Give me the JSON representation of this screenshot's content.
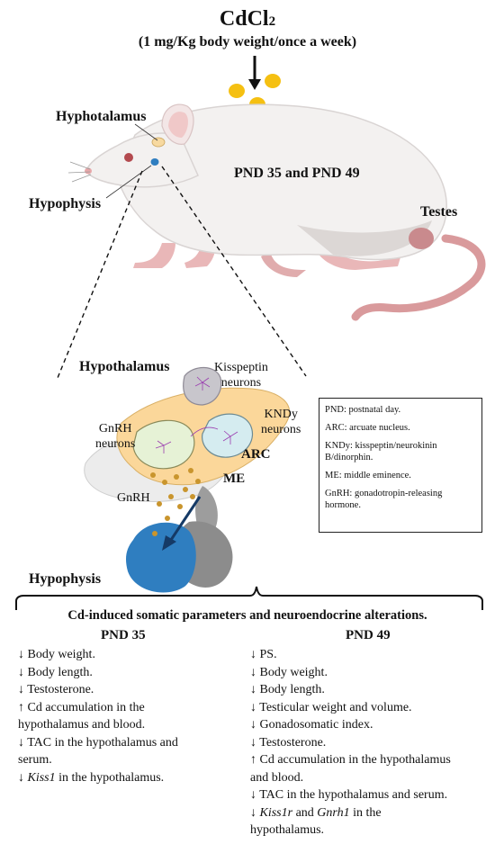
{
  "header": {
    "title_main": "CdCl",
    "title_sub": "2",
    "dose": "(1 mg/Kg body weight/once a week)"
  },
  "rat_labels": {
    "hypothalamus": "Hyphotalamus",
    "hypophysis": "Hypophysis",
    "age": "PND 35 and PND 49",
    "testes": "Testes"
  },
  "zoom_labels": {
    "hypothalamus": "Hypothalamus",
    "kisspeptin": [
      "Kisspeptin",
      "neurons"
    ],
    "kndy": [
      "KNDy",
      "neurons"
    ],
    "gnrh_neurons": [
      "GnRH",
      "neurons"
    ],
    "arc": "ARC",
    "me": "ME",
    "gnrh": "GnRH",
    "hypophysis": "Hypophysis"
  },
  "legend": [
    "PND: postnatal day.",
    "ARC: arcuate nucleus.",
    "KNDy: kisspeptin/neurokinin B/dinorphin.",
    "ME: middle eminence.",
    "GnRH: gonadotropin-releasing hormone."
  ],
  "section_title": "Cd-induced somatic parameters and neuroendocrine alterations.",
  "columns": {
    "pnd35": {
      "heading": "PND 35",
      "lines": [
        "↓ Body weight.",
        "↓ Body length.",
        "↓ Testosterone.",
        "↑ Cd accumulation in the",
        "hypothalamus and blood.",
        "↓ TAC in the hypothalamus and",
        "serum."
      ],
      "kiss1": {
        "arrow": "↓ ",
        "gene": "Kiss1",
        "rest": " in the hypothalamus."
      }
    },
    "pnd49": {
      "heading": "PND 49",
      "lines": [
        "↓ PS.",
        "↓ Body weight.",
        "↓ Body length.",
        "↓ Testicular weight and volume.",
        "↓ Gonadosomatic index.",
        "↓ Testosterone.",
        "↑ Cd accumulation in the hypothalamus",
        "and blood.",
        "↓ TAC in the hypothalamus and serum."
      ],
      "genes": {
        "arrow": "↓ ",
        "gene1": "Kiss1r",
        "mid": " and ",
        "gene2": "Gnrh1",
        "rest": " in the",
        "last": "hypothalamus."
      }
    }
  },
  "colors": {
    "rat_body": "#f3f1f0",
    "rat_shadow": "#d9d4d3",
    "ear_pink": "#f0c8c8",
    "tail_pink": "#d99a9c",
    "cd_dots": "#f5c012",
    "arc_blue": "#2f7ec0",
    "pituitary_grey": "#8c8c8c",
    "hypothalamus_orange": "#fbd79a"
  }
}
